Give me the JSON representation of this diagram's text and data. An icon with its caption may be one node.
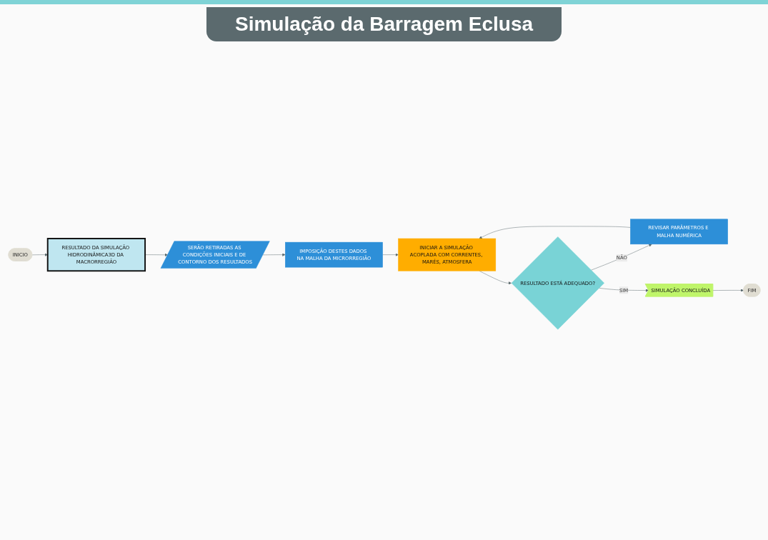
{
  "diagram": {
    "title": "Simulação da Barragem Eclusa",
    "nodes": [
      {
        "text": [
          "INICIO"
        ]
      },
      {
        "text": [
          "RESULTADO DA SIMULAÇÃO HIDRODINÂMICA3D DA MACRORREGIÃO"
        ]
      },
      {
        "text": [
          "SERÃO RETIRADAS AS CONDIÇÕES INICIAIS E DE CONTORNO DOS RESULTADOS"
        ]
      },
      {
        "text": [
          "IMPOSIÇÃO DESTES DADOS NA MALHA DA MICRORREGIÃO"
        ]
      },
      {
        "text": [
          "INICIAR A SIMULAÇÃO ACOPLADA COM CORRENTES, MARÉS, ATMOSFERA"
        ]
      },
      {
        "text": [
          "RESULTADO ESTÁ ADEQUADO?"
        ]
      },
      {
        "text": [
          "REVISAR PARÂMETROS E MALHA NUMÉRICA"
        ]
      },
      {
        "text": [
          "SIMULAÇÃO CONCLUÍDA"
        ]
      },
      {
        "text": [
          "FIM"
        ]
      }
    ],
    "edges": [
      {
        "from": 0,
        "to": 1,
        "arrow": "to"
      },
      {
        "from": 1,
        "to": 2,
        "arrow": "to"
      },
      {
        "from": 2,
        "to": 3,
        "arrow": "to"
      },
      {
        "from": 3,
        "to": 4,
        "arrow": "to"
      },
      {
        "from": 4,
        "to": 5,
        "arrow": "to"
      },
      {
        "from": 5,
        "to": 6,
        "label": "NÃO",
        "arrow": "to"
      },
      {
        "from": 6,
        "to": 4,
        "arrow": "to"
      },
      {
        "from": 5,
        "to": 7,
        "label": "SIM",
        "arrow": "to"
      },
      {
        "from": 7,
        "to": 8,
        "arrow": "to"
      }
    ]
  }
}
